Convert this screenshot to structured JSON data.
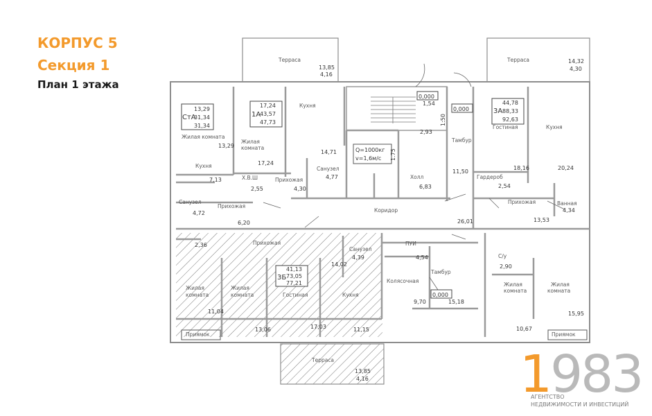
{
  "header": {
    "building": "КОРПУС 5",
    "section": "Секция 1",
    "plan": "План 1 этажа"
  },
  "colors": {
    "accent": "#f39a2c",
    "walls": "#9a9a9a",
    "text": "#333333",
    "hatch": "#666666"
  },
  "plan": {
    "terraces": [
      {
        "name": "Терраса",
        "area_top": "13,85",
        "area_bottom": "4,16"
      },
      {
        "name": "Терраса",
        "area_top": "14,32",
        "area_bottom": "4,30"
      },
      {
        "name": "Терраса",
        "area_top": "13,85",
        "area_bottom": "4,16"
      }
    ],
    "apartments": [
      {
        "code": "СтА",
        "areas": [
          "13,29",
          "31,34",
          "31,34"
        ]
      },
      {
        "code": "1А",
        "areas": [
          "17,24",
          "43,57",
          "47,73"
        ]
      },
      {
        "code": "3А",
        "areas": [
          "44,78",
          "88,33",
          "92,63"
        ]
      },
      {
        "code": "3Б",
        "areas": [
          "41,13",
          "73,05",
          "77,21"
        ]
      }
    ],
    "room_names": {
      "living": "Жилая комната",
      "living_split": [
        "Жилая",
        "комната"
      ],
      "kitchen": "Кухня",
      "bathroom": "Санузел",
      "hall": "Прихожая",
      "wardrobe": "Гардероб",
      "bath": "Ванная",
      "corridor": "Коридор",
      "vestibule": "Тамбур",
      "stroller": "Колясочная",
      "lobby": "Холл",
      "entrance": "Приямок",
      "storage": "Х.В.Ш",
      "wc": "С/у",
      "pui": "ПУИ",
      "living_room": "Гостиная"
    },
    "elevator": {
      "capacity": "Q=1000кг",
      "speed": "v=1,6м/с",
      "marks": [
        "1.75",
        "1:50"
      ]
    },
    "levels": [
      "0,000",
      "0,000",
      "0,000"
    ],
    "areas": {
      "st_living": "13,29",
      "st_kitchen": "7,13",
      "st_bath": "4,72",
      "st_hall": "6,20",
      "st_small": "2,36",
      "a1_kitchen": "14,71",
      "a1_living": "17,24",
      "a1_storage": "2,55",
      "a1_hall": "4,30",
      "a1_bath": "4,77",
      "stair1": "1,54",
      "stair2": "2,93",
      "lobby": "6,83",
      "corridor_a": "11,50",
      "corridor_b": "26,01",
      "a3_living": "18,16",
      "a3_kitchen": "20,24",
      "a3_wardrobe": "2,54",
      "a3_bath": "4,34",
      "a3_hall": "13,53",
      "a3_wc": "2,90",
      "a3_room1": "10,67",
      "a3_room2": "15,95",
      "b3_bath": "4,39",
      "b3_hall": "14,02",
      "b3_room1": "11,04",
      "b3_room2": "13,06",
      "b3_room3": "17,03",
      "b3_kitchen": "11,15",
      "pui": "4,54",
      "stroller": "9,70",
      "vestibule": "15,18"
    }
  },
  "logo": {
    "number_first": "1",
    "number_rest": "983",
    "line1": "АГЕНТСТВО",
    "line2": "НЕДВИЖИМОСТИ И ИНВЕСТИЦИЙ"
  }
}
